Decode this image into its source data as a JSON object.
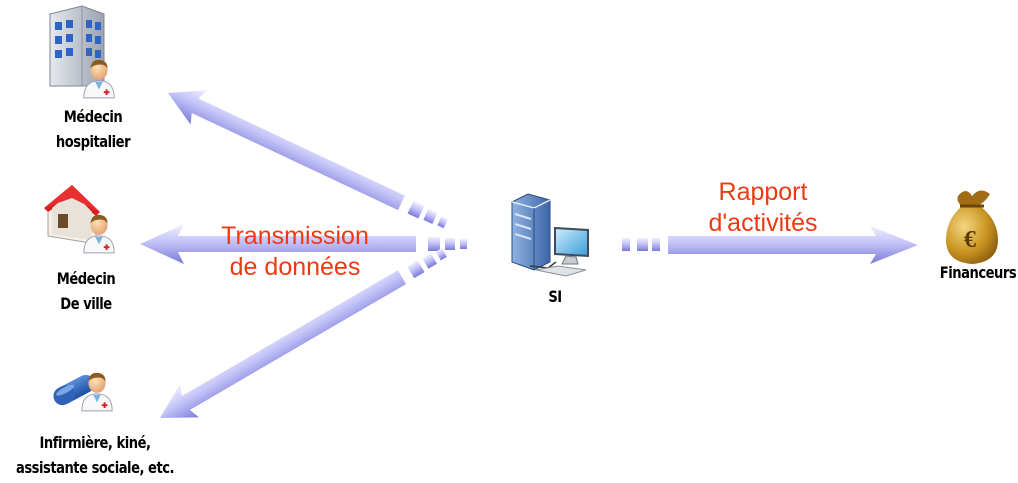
{
  "nodes": {
    "hospital": {
      "lines": [
        "Médecin",
        "hospitalier"
      ],
      "icon": "hospital-doctor-icon"
    },
    "city": {
      "lines": [
        "Médecin",
        "De ville"
      ],
      "icon": "house-doctor-icon"
    },
    "nurse": {
      "lines": [
        "Infirmière, kiné,",
        "assistante sociale, etc."
      ],
      "icon": "capsule-doctor-icon"
    },
    "si": {
      "label": "SI",
      "icon": "server-computer-icon"
    },
    "funders": {
      "label": "Financeurs",
      "icon": "euro-money-bag-icon"
    }
  },
  "edges": {
    "transmission": [
      "Transmission",
      "de données"
    ],
    "report": [
      "Rapport",
      "d'activités"
    ]
  },
  "colors": {
    "arrow_light": "#f0f0ff",
    "arrow_mid": "#b8b8f6",
    "arrow_dark": "#7474d8",
    "edge_label": "#ee3a12"
  }
}
